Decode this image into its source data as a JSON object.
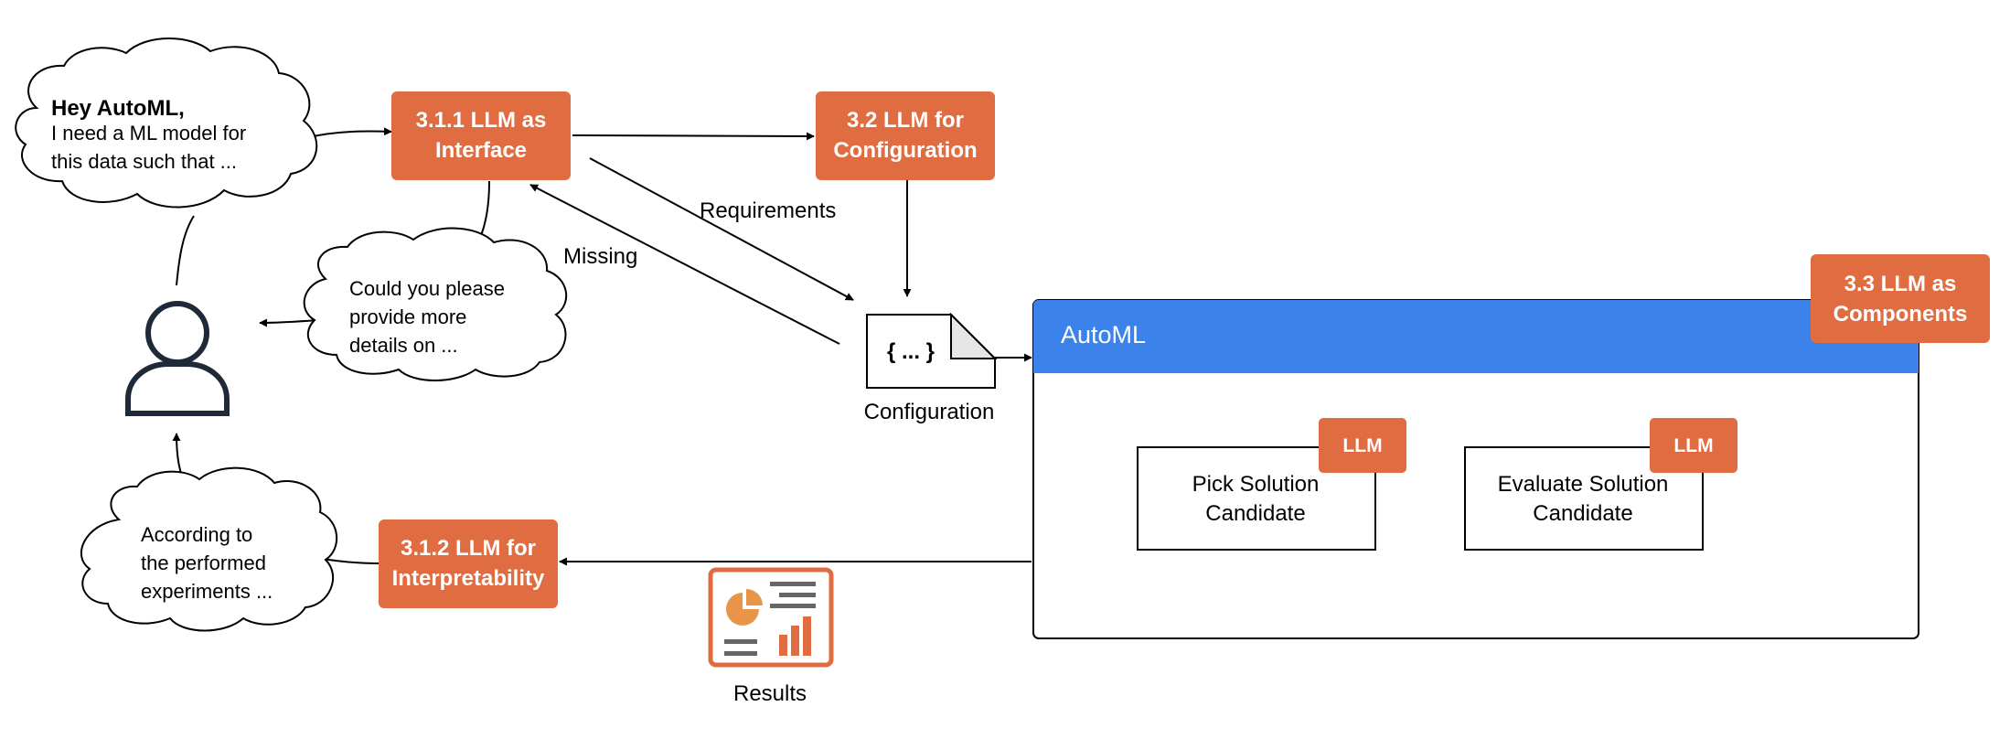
{
  "colors": {
    "accent": "#e06c42",
    "automl_header": "#3b82eb",
    "stroke": "#000000",
    "person": "#1f2a38",
    "results_bar": "#666666",
    "results_orange": "#e8954a"
  },
  "clouds": {
    "request": {
      "line1": "Hey AutoML,",
      "line2": "I need a ML model for",
      "line3": "this data such that ..."
    },
    "question": {
      "line1": "Could you please",
      "line2": "provide more",
      "line3": "details on ..."
    },
    "answer": {
      "line1": "According to",
      "line2": "the performed",
      "line3": "experiments ..."
    }
  },
  "boxes": {
    "interface": {
      "line1": "3.1.1 LLM as",
      "line2": "Interface"
    },
    "configuration": {
      "line1": "3.2 LLM for",
      "line2": "Configuration"
    },
    "interpretability": {
      "line1": "3.1.2 LLM for",
      "line2": "Interpretability"
    },
    "components": {
      "line1": "3.3 LLM as",
      "line2": "Components"
    }
  },
  "labels": {
    "requirements": "Requirements",
    "missing": "Missing",
    "configuration": "Configuration",
    "results": "Results",
    "config_doc": "{ ... }"
  },
  "automl": {
    "title": "AutoML",
    "pick": {
      "line1": "Pick Solution",
      "line2": "Candidate",
      "badge": "LLM"
    },
    "evaluate": {
      "line1": "Evaluate Solution",
      "line2": "Candidate",
      "badge": "LLM"
    }
  },
  "icons": {
    "person": "user-icon",
    "document": "config-document-icon",
    "results": "results-dashboard-icon"
  }
}
